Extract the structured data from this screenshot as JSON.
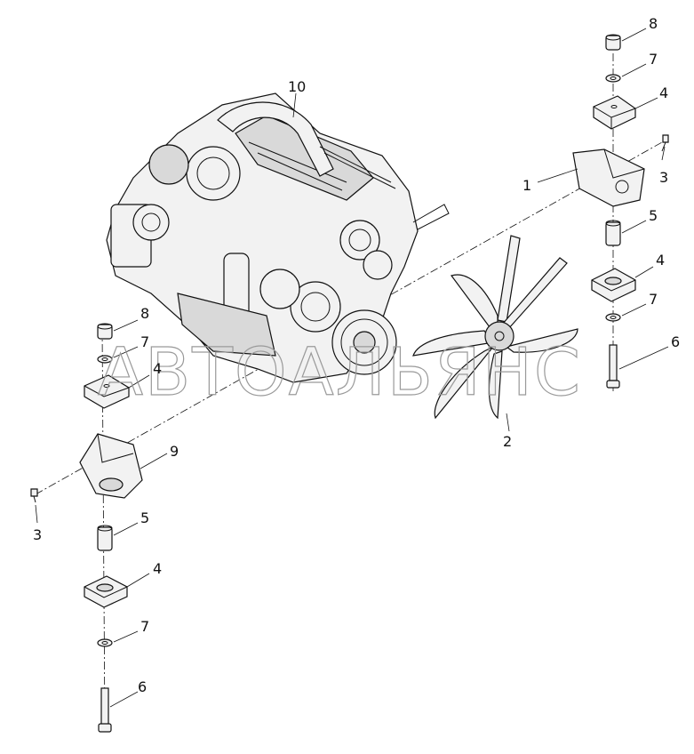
{
  "watermark": "АВТОАЛЬЯНС",
  "callouts": {
    "c1": "1",
    "c2": "2",
    "c3a": "3",
    "c3b": "3",
    "c4a": "4",
    "c4b": "4",
    "c4c": "4",
    "c4d": "4",
    "c5a": "5",
    "c5b": "5",
    "c6a": "6",
    "c6b": "6",
    "c7a": "7",
    "c7b": "7",
    "c7c": "7",
    "c7d": "7",
    "c8a": "8",
    "c8b": "8",
    "c9": "9",
    "c10": "10"
  }
}
